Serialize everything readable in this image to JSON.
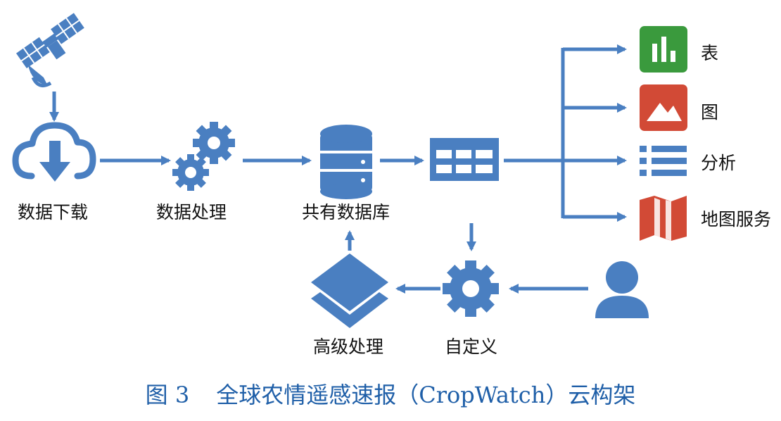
{
  "nodes": {
    "download": "数据下载",
    "processing": "数据处理",
    "database": "共有数据库",
    "advanced": "高级处理",
    "custom": "自定义"
  },
  "outputs": {
    "table": "表",
    "map_image": "图",
    "analysis": "分析",
    "map_service": "地图服务"
  },
  "caption": {
    "figure_number": "图 3",
    "title": "全球农情遥感速报（CropWatch）云构架"
  },
  "colors": {
    "primary_blue": "#4a7fc1",
    "green_icon": "#3a9a3d",
    "red_icon": "#d24a36",
    "caption_blue": "#1f5fa8"
  },
  "icons": [
    "satellite-icon",
    "cloud-download-icon",
    "gears-icon",
    "database-icon",
    "grid-table-icon",
    "bar-chart-icon",
    "image-icon",
    "list-icon",
    "map-icon",
    "layers-icon",
    "gear-icon",
    "user-icon"
  ]
}
